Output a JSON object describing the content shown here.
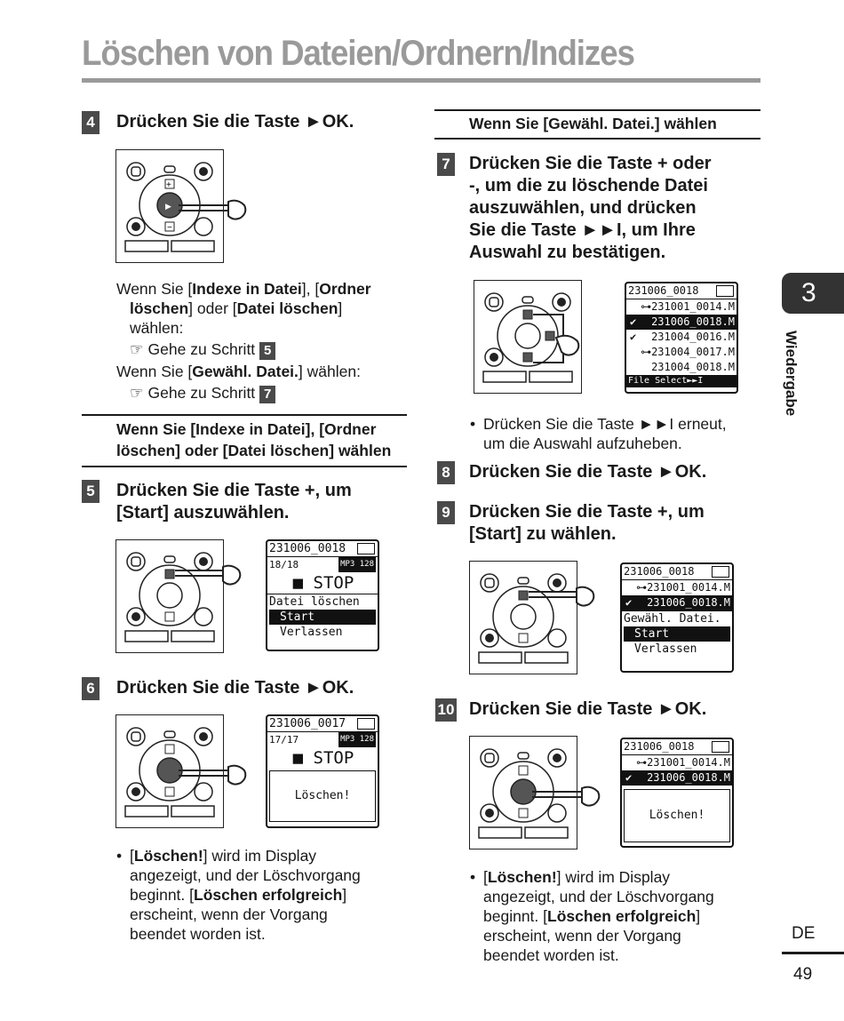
{
  "page": {
    "title": "Löschen von Dateien/Ordnern/Indizes",
    "side_tab_number": "3",
    "side_tab_label": "Wiedergabe",
    "lang": "DE",
    "page_number": "49"
  },
  "left": {
    "step4": {
      "num": "4",
      "text_pre": "Drücken Sie die Taste ",
      "key": "►OK",
      "text_post": "."
    },
    "note": {
      "line1_pre": "Wenn Sie [",
      "line1_b1": "Indexe in Datei",
      "line1_mid": "], [",
      "line1_b2": "Ordner",
      "line2_b": "löschen",
      "line2_mid": "] oder [",
      "line2_b2": "Datei löschen",
      "line2_post": "]",
      "line3": "wählen:",
      "goto1_text": "☞ Gehe zu Schritt ",
      "goto1_step": "5",
      "line5_pre": "Wenn Sie [",
      "line5_b": "Gewähl. Datei.",
      "line5_post": "] wählen:",
      "goto2_text": "☞ Gehe zu Schritt ",
      "goto2_step": "7"
    },
    "section": {
      "l1_pre": "Wenn Sie ",
      "l1_b1": "[Indexe in Datei]",
      "l1_mid": ", ",
      "l1_b2": "[Ordner",
      "l2_b1": "löschen]",
      "l2_mid": " oder ",
      "l2_b2": "[Datei löschen]",
      "l2_post": " wählen"
    },
    "step5": {
      "num": "5",
      "l1": "Drücken Sie die Taste  +, um",
      "l2_b": "[Start]",
      "l2_post": " auszuwählen."
    },
    "lcd5": {
      "file": "231006_0018",
      "counter": "18/18",
      "fmt": "MP3 128",
      "state": "■ STOP",
      "menu_title": "Datei löschen",
      "opt1": "Start",
      "opt2": "Verlassen"
    },
    "step6": {
      "num": "6",
      "text_pre": "Drücken Sie die Taste ",
      "key": "►OK",
      "text_post": "."
    },
    "lcd6": {
      "file": "231006_0017",
      "counter": "17/17",
      "fmt": "MP3 128",
      "state": "■ STOP",
      "msg": "Löschen!"
    },
    "bullet": {
      "l1_pre": "[",
      "l1_b": "Löschen!",
      "l1_post": "] wird im Display",
      "l2": "angezeigt, und der Löschvorgang",
      "l3_pre": "beginnt. [",
      "l3_b": "Löschen erfolgreich",
      "l3_post": "]",
      "l4": "erscheint, wenn der Vorgang",
      "l5": "beendet worden ist."
    }
  },
  "right": {
    "section": {
      "pre": "Wenn Sie ",
      "b": "[Gewähl. Datei.]",
      "post": " wählen"
    },
    "step7": {
      "num": "7",
      "l1": "Drücken Sie die Taste + oder",
      "l2": "-, um die zu löschende Datei",
      "l3": "auszuwählen, und drücken",
      "l4": "Sie die Taste ►►I, um Ihre",
      "l5": "Auswahl zu bestätigen."
    },
    "lcd7": {
      "folder": "231006_0018",
      "rows": [
        "⊶231001_0014.M",
        "231006_0018.M",
        "231004_0016.M",
        "⊶231004_0017.M",
        "231004_0018.M"
      ],
      "footer": "File Select►►I"
    },
    "bullet7": {
      "l1": "Drücken Sie die Taste ►►I erneut,",
      "l2": "um die Auswahl aufzuheben."
    },
    "step8": {
      "num": "8",
      "text_pre": "Drücken Sie die Taste ",
      "key": "►OK",
      "text_post": "."
    },
    "step9": {
      "num": "9",
      "l1": "Drücken Sie die Taste +, um",
      "l2_b": "[Start]",
      "l2_post": " zu wählen."
    },
    "lcd9": {
      "folder": "231006_0018",
      "row1": "⊶231001_0014.M",
      "row2": "231006_0018.M",
      "menu_title": "Gewähl. Datei.",
      "opt1": "Start",
      "opt2": "Verlassen"
    },
    "step10": {
      "num": "10",
      "text_pre": "Drücken Sie die Taste ",
      "key": "►OK",
      "text_post": "."
    },
    "lcd10": {
      "folder": "231006_0018",
      "row1": "⊶231001_0014.M",
      "row2": "231006_0018.M",
      "msg": "Löschen!"
    },
    "bullet": {
      "l1_pre": "[",
      "l1_b": "Löschen!",
      "l1_post": "] wird im Display",
      "l2": "angezeigt, und der Löschvorgang",
      "l3_pre": "beginnt. [",
      "l3_b": "Löschen erfolgreich",
      "l3_post": "]",
      "l4": "erscheint, wenn der Vorgang",
      "l5": "beendet worden ist."
    }
  }
}
